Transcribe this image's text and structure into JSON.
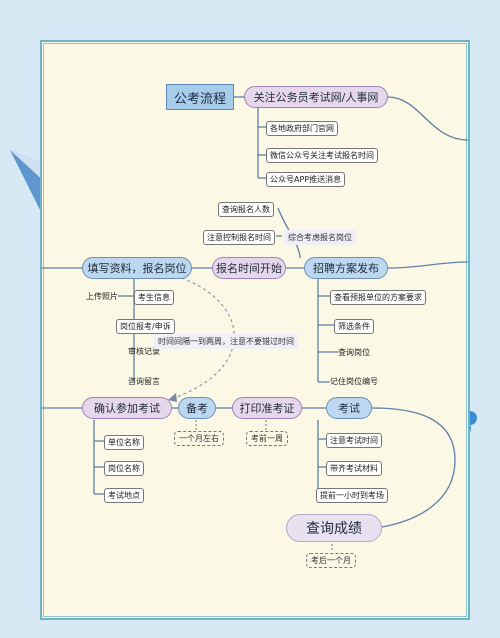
{
  "title": "公考流程",
  "step1": {
    "label": "关注公务员考试网/人事网",
    "items": [
      "各地政府部门官网",
      "微信公众号关注考试报名时间",
      "公众号APP推送消息"
    ]
  },
  "signup_time": {
    "label": "报名时间开始",
    "notes": [
      "查询报名人数",
      "注意控制报名时间"
    ],
    "extra": "综合考虑报名岗位"
  },
  "recruit_plan": {
    "label": "招聘方案发布",
    "items": [
      "查看预报单位的方案要求",
      "筛选条件",
      "查询岗位",
      "记住岗位编号"
    ]
  },
  "fill_info": {
    "label": "填写资料，报名岗位",
    "items": [
      "上传照片",
      "考生信息",
      "岗位报考/申诉",
      "审核记录",
      "咨询留言"
    ],
    "note": "时间间隔一到两周，注意不要错过时间"
  },
  "confirm": {
    "label": "确认参加考试",
    "items": [
      "单位名称",
      "岗位名称",
      "考试地点"
    ]
  },
  "prepare": {
    "label": "备考",
    "note": "一个月左右"
  },
  "print_ticket": {
    "label": "打印准考证",
    "note": "考前一周"
  },
  "exam": {
    "label": "考试",
    "items": [
      "注意考试时间",
      "带齐考试材料",
      "提前一小时到考场"
    ]
  },
  "score": {
    "label": "查询成绩",
    "note": "考后一个月"
  },
  "colors": {
    "accent_blue": "#bcd8f0",
    "accent_purple": "#e7d7ec",
    "border": "#6fb3c5"
  }
}
